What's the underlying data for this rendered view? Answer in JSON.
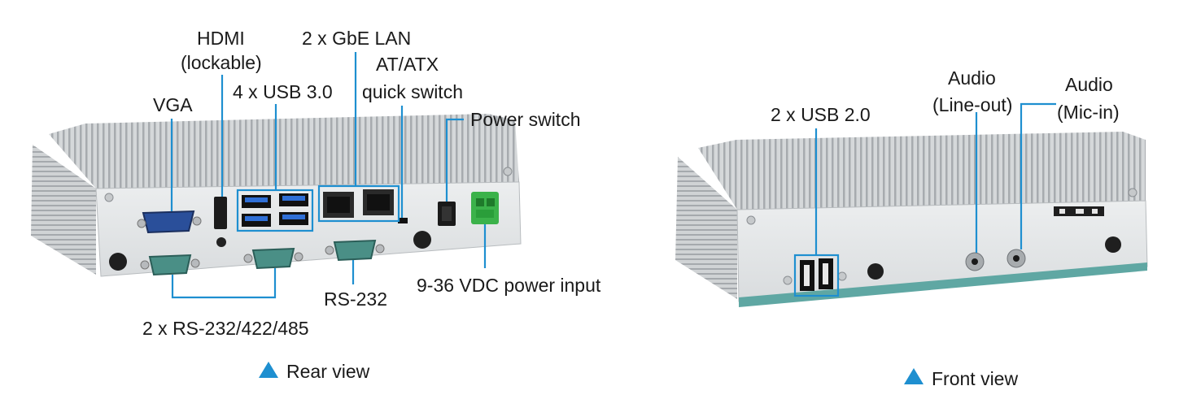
{
  "rear": {
    "labels": {
      "hdmi_line1": "HDMI",
      "hdmi_line2": "(lockable)",
      "lan": "2 x GbE LAN",
      "atatx_line1": "AT/ATX",
      "atatx_line2": "quick switch",
      "vga": "VGA",
      "usb30": "4 x USB 3.0",
      "power_switch": "Power switch",
      "power_input": "9-36 VDC power input",
      "rs232": "RS-232",
      "rs232_422_485": "2 x RS-232/422/485"
    },
    "caption": "Rear view"
  },
  "front": {
    "labels": {
      "usb20": "2 x USB 2.0",
      "lineout_line1": "Audio",
      "lineout_line2": "(Line-out)",
      "micin_line1": "Audio",
      "micin_line2": "(Mic-in)"
    },
    "caption": "Front view"
  },
  "colors": {
    "accent": "#1e8fd0",
    "chassis": "#cfd3d6",
    "panel": "#e3e5e6",
    "teal_stripe": "#5fa7a3"
  }
}
